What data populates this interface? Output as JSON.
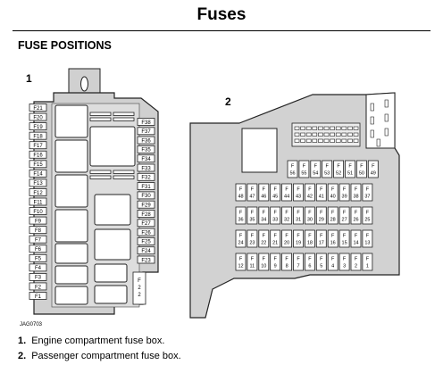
{
  "page_title": "Fuses",
  "section_title": "FUSE POSITIONS",
  "figure_code": "JAG0703",
  "box1": {
    "label": "1",
    "left_fuses": [
      "F21",
      "F20",
      "F19",
      "F18",
      "F17",
      "F16",
      "F15",
      "F14",
      "F13",
      "F12",
      "F11",
      "F10",
      "F9",
      "F8",
      "F7",
      "F6",
      "F5",
      "F4",
      "F3",
      "F2",
      "F1"
    ],
    "right_fuses": [
      "F38",
      "F37",
      "F36",
      "F35",
      "F34",
      "F33",
      "F32",
      "F31",
      "F30",
      "F29",
      "F28",
      "F27",
      "F26",
      "F25",
      "F24",
      "F23"
    ],
    "vertical_fuse": "F22"
  },
  "box2": {
    "label": "2",
    "rows": [
      [
        "56",
        "55",
        "54",
        "53",
        "52",
        "51",
        "50",
        "49"
      ],
      [
        "48",
        "47",
        "46",
        "45",
        "44",
        "43",
        "42",
        "41",
        "40",
        "39",
        "38",
        "37"
      ],
      [
        "36",
        "35",
        "34",
        "33",
        "32",
        "31",
        "30",
        "29",
        "28",
        "27",
        "26",
        "25"
      ],
      [
        "24",
        "23",
        "22",
        "21",
        "20",
        "19",
        "18",
        "17",
        "16",
        "15",
        "14",
        "13"
      ],
      [
        "12",
        "11",
        "10",
        "9",
        "8",
        "7",
        "6",
        "5",
        "4",
        "3",
        "2",
        "1"
      ]
    ],
    "fuse_prefix": "F"
  },
  "legend": [
    {
      "num": "1.",
      "text": "Engine compartment fuse box."
    },
    {
      "num": "2.",
      "text": "Passenger compartment fuse box."
    }
  ]
}
